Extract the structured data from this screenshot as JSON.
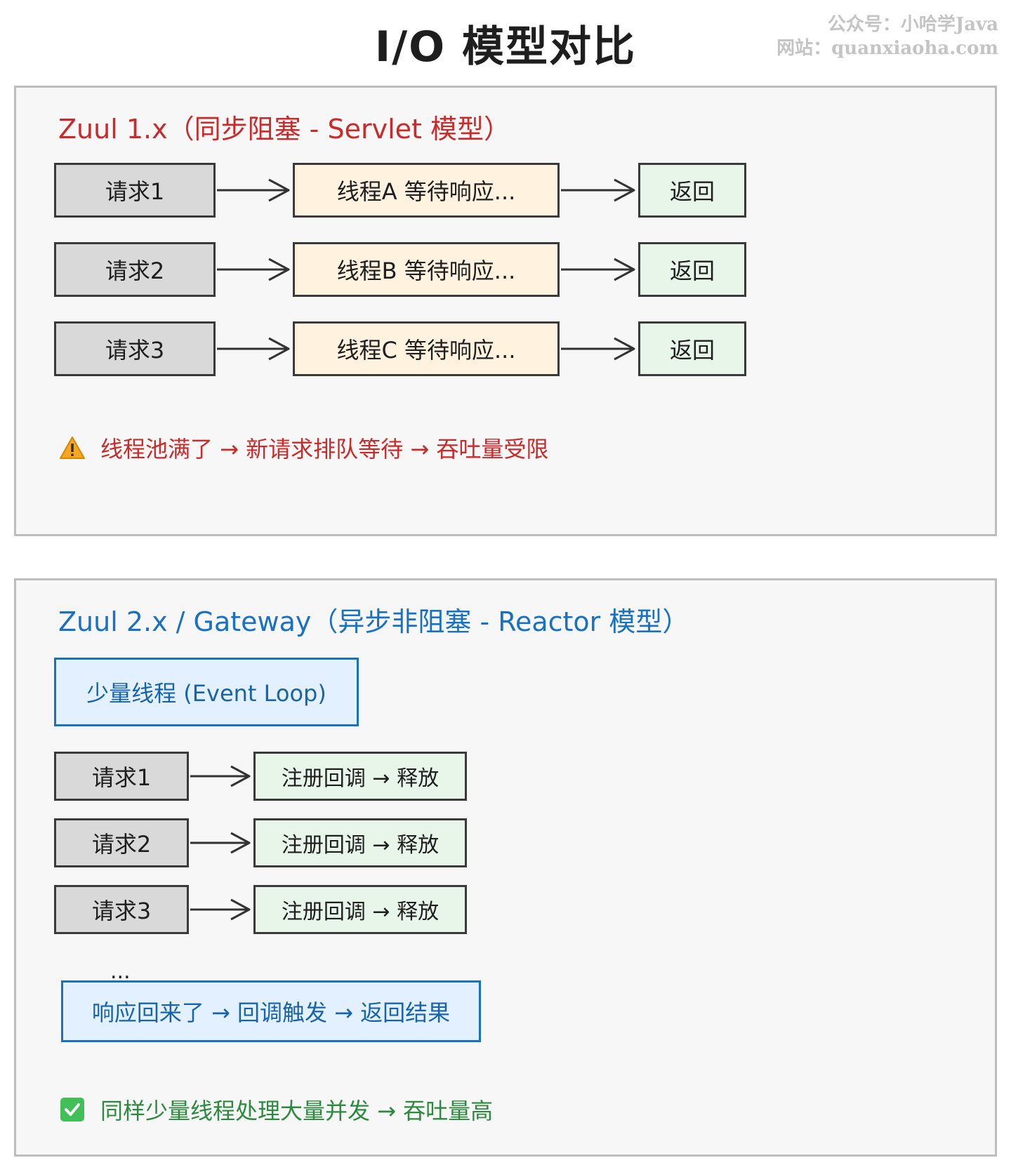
{
  "title": "I/O 模型对比",
  "watermark": {
    "line1": "公众号：小哈学Java",
    "line2": "网站：quanxiaoha.com"
  },
  "sync_panel": {
    "title": "Zuul 1.x（同步阻塞 - Servlet 模型）",
    "rows": [
      {
        "request": "请求1",
        "thread": "线程A 等待响应...",
        "result": "返回"
      },
      {
        "request": "请求2",
        "thread": "线程B 等待响应...",
        "result": "返回"
      },
      {
        "request": "请求3",
        "thread": "线程C 等待响应...",
        "result": "返回"
      }
    ],
    "note": "线程池满了 → 新请求排队等待 → 吞吐量受限",
    "note_icon": "warning-icon"
  },
  "async_panel": {
    "title": "Zuul 2.x / Gateway（异步非阻塞 - Reactor 模型）",
    "event_loop": "少量线程 (Event Loop)",
    "rows": [
      {
        "request": "请求1",
        "action": "注册回调 → 释放"
      },
      {
        "request": "请求2",
        "action": "注册回调 → 释放"
      },
      {
        "request": "请求3",
        "action": "注册回调 → 释放"
      }
    ],
    "ellipsis": "...",
    "callback_flow": "响应回来了 → 回调触发 → 返回结果",
    "note": "同样少量线程处理大量并发 → 吞吐量高",
    "note_icon": "check-icon"
  },
  "colors": {
    "sync_title": "#c92a2a",
    "async_title": "#1971c2",
    "success": "#2b8a3e",
    "request_fill": "#d9d9d9",
    "thread_fill": "#fff3e0",
    "result_fill": "#e8f5e9",
    "loop_fill": "#e3f0ff"
  }
}
